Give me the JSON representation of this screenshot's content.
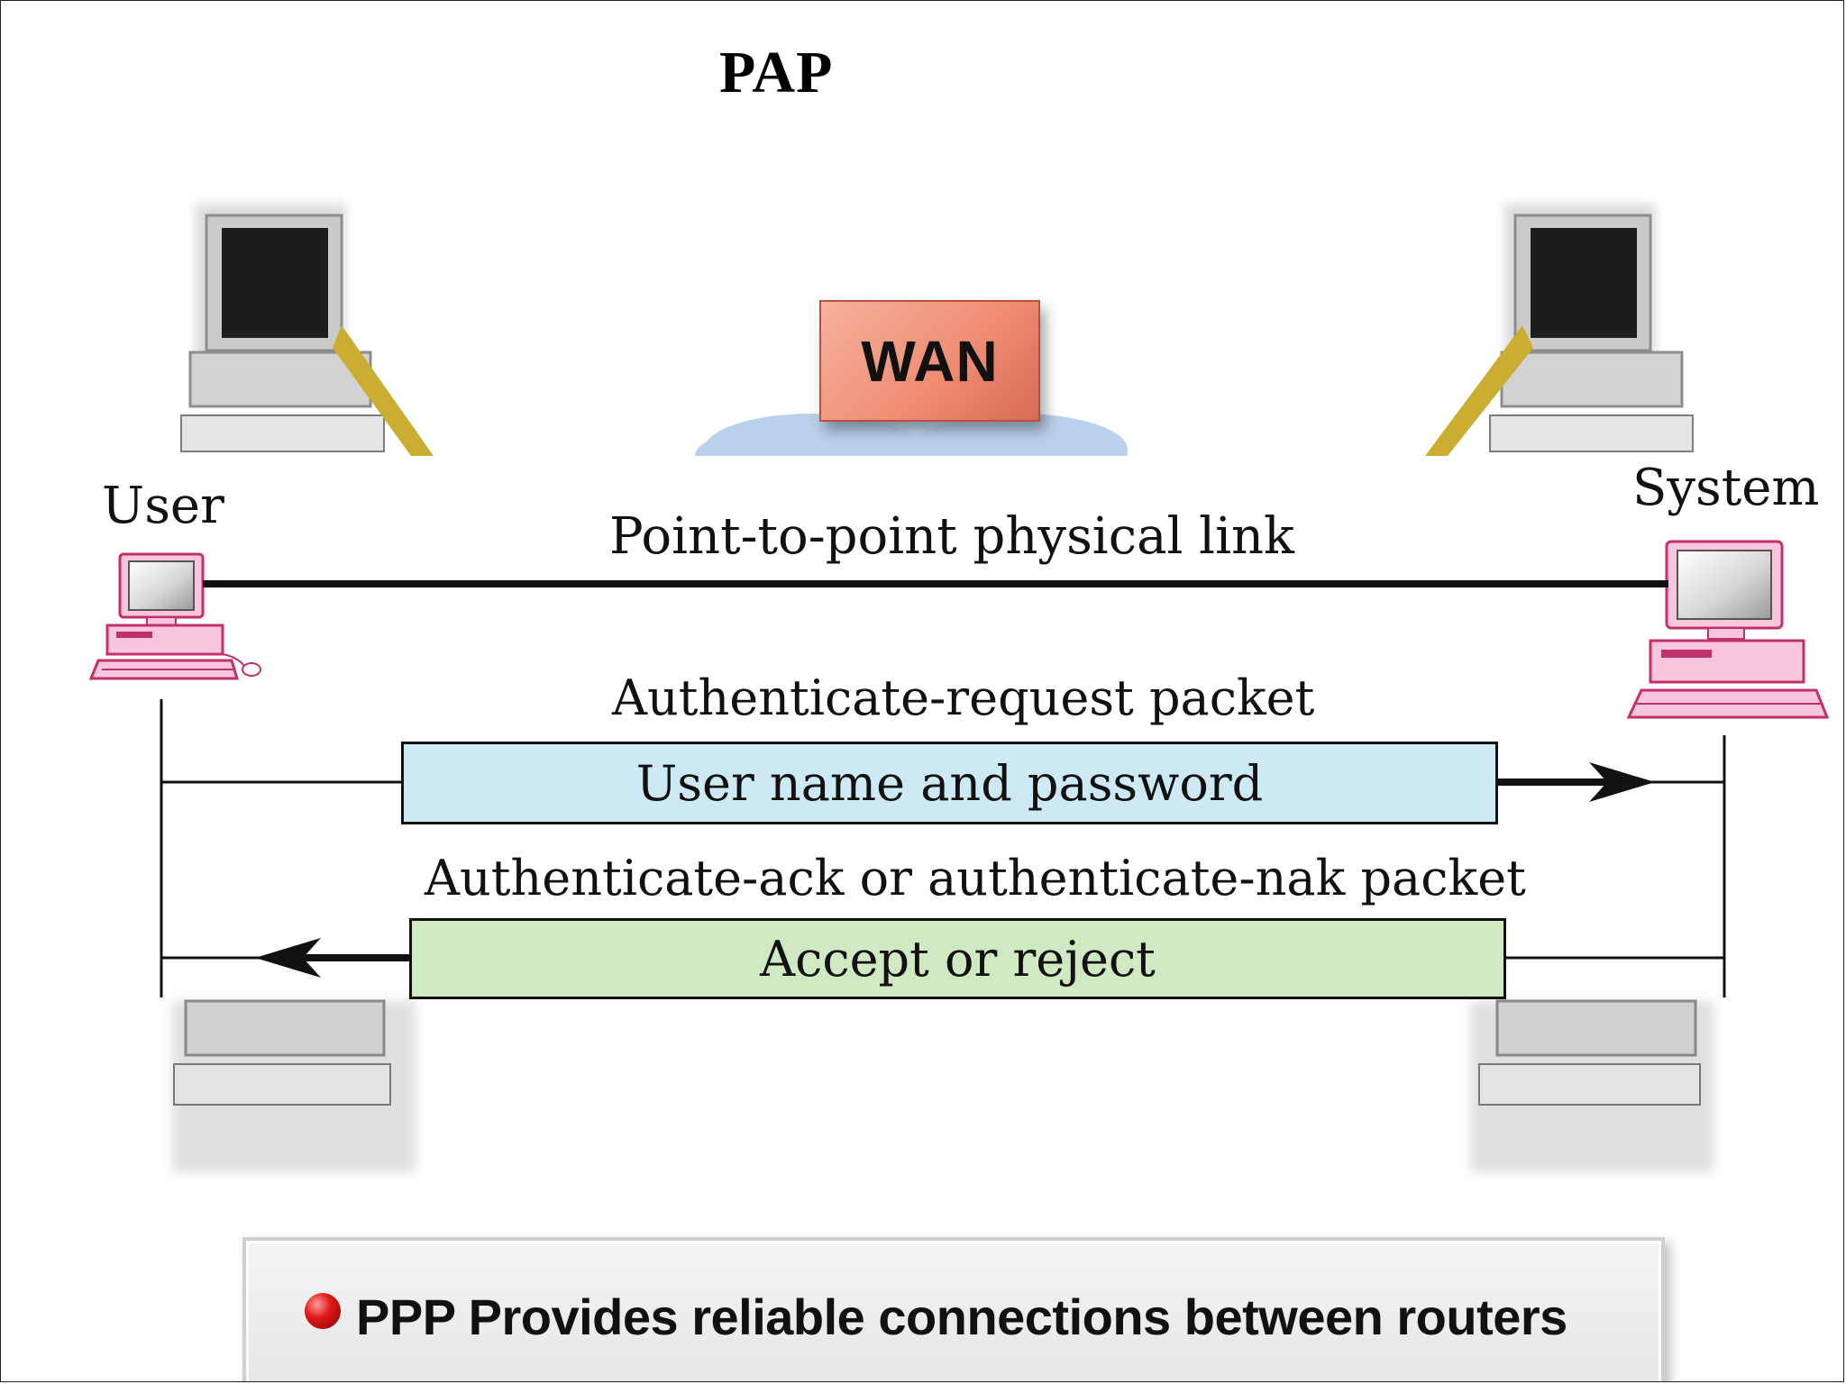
{
  "title": "PAP",
  "wan_label": "WAN",
  "labels": {
    "user": "User",
    "system": "System",
    "link": "Point-to-point physical link",
    "request_packet": "Authenticate-request packet",
    "ack_packet": "Authenticate-ack or authenticate-nak packet"
  },
  "boxes": {
    "request": "User name and password",
    "response": "Accept or reject"
  },
  "banner": {
    "text": "PPP Provides reliable connections between routers"
  },
  "colors": {
    "request_box": "#cdeaf4",
    "response_box": "#cfe9c2",
    "wan_box": "#ee8b72",
    "computer_pink": "#f7c6dc",
    "bullet": "#e01818"
  }
}
